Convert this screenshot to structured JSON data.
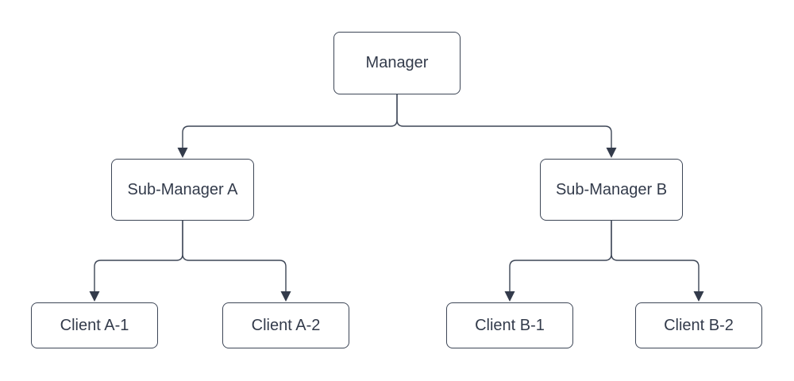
{
  "diagram": {
    "type": "tree",
    "nodes": [
      {
        "id": "manager",
        "label": "Manager",
        "level": 0,
        "parent": null
      },
      {
        "id": "sub_manager_a",
        "label": "Sub-Manager A",
        "level": 1,
        "parent": "manager"
      },
      {
        "id": "sub_manager_b",
        "label": "Sub-Manager B",
        "level": 1,
        "parent": "manager"
      },
      {
        "id": "client_a1",
        "label": "Client A-1",
        "level": 2,
        "parent": "sub_manager_a"
      },
      {
        "id": "client_a2",
        "label": "Client A-2",
        "level": 2,
        "parent": "sub_manager_a"
      },
      {
        "id": "client_b1",
        "label": "Client B-1",
        "level": 2,
        "parent": "sub_manager_b"
      },
      {
        "id": "client_b2",
        "label": "Client B-2",
        "level": 2,
        "parent": "sub_manager_b"
      }
    ],
    "edges": [
      {
        "from": "manager",
        "to": "sub_manager_a",
        "style": "orthogonal",
        "arrow": "filled-triangle-down"
      },
      {
        "from": "manager",
        "to": "sub_manager_b",
        "style": "orthogonal",
        "arrow": "filled-triangle-down"
      },
      {
        "from": "sub_manager_a",
        "to": "client_a1",
        "style": "orthogonal",
        "arrow": "filled-triangle-down"
      },
      {
        "from": "sub_manager_a",
        "to": "client_a2",
        "style": "orthogonal",
        "arrow": "filled-triangle-down"
      },
      {
        "from": "sub_manager_b",
        "to": "client_b1",
        "style": "orthogonal",
        "arrow": "filled-triangle-down"
      },
      {
        "from": "sub_manager_b",
        "to": "client_b2",
        "style": "orthogonal",
        "arrow": "filled-triangle-down"
      }
    ],
    "colors": {
      "background": "#ffffff",
      "node_fill": "#ffffff",
      "node_border": "#3d4656",
      "label_text": "#333b4b",
      "connector": "#3d4656",
      "arrowhead": "#333b4b"
    }
  }
}
